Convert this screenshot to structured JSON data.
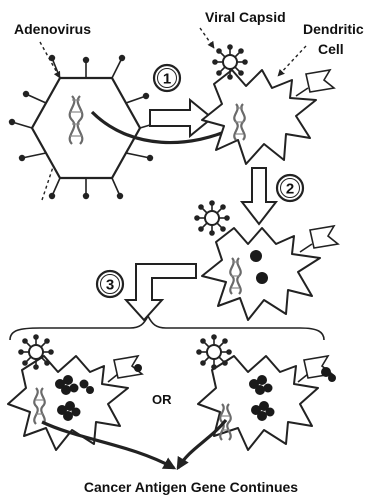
{
  "labels": {
    "adenovirus": "Adenovirus",
    "viral_capsid": "Viral Capsid",
    "dendritic_line1": "Dendritic",
    "dendritic_line2": "Cell",
    "or": "OR",
    "bottom": "Cancer Antigen Gene Continues"
  },
  "steps": [
    "1",
    "2",
    "3"
  ]
}
